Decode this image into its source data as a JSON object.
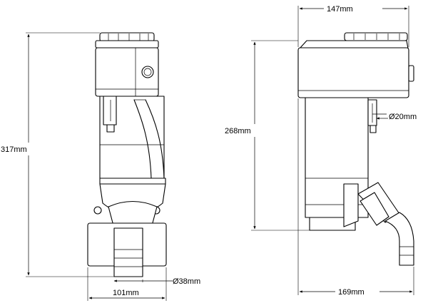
{
  "dimensions": {
    "front_height": "317mm",
    "front_width": "101mm",
    "outlet_diameter": "Ø38mm",
    "side_height": "268mm",
    "side_top_width": "147mm",
    "side_bottom_width": "169mm",
    "inlet_diameter": "Ø20mm"
  }
}
